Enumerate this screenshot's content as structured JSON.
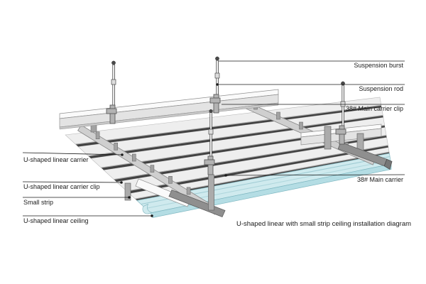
{
  "colors": {
    "ink": "#1a1a1a",
    "panel": "#eeeeee",
    "strip-dark": "#424242",
    "cyan": "#cfeaee",
    "carrier": "#cfcfcf",
    "channel": "#8f8f8f"
  },
  "labels": {
    "right": [
      {
        "text": "Suspension burst"
      },
      {
        "text": "Suspension rod"
      },
      {
        "text": "38# Main carrier clip"
      },
      {
        "text": "38# Main carrier"
      }
    ],
    "left": [
      {
        "text": "U-shaped linear carrier"
      },
      {
        "text": "U-shaped linear carrier clip"
      },
      {
        "text": "Small strip"
      },
      {
        "text": "U-shaped linear ceiling"
      }
    ]
  },
  "caption": "U-shaped linear with small strip ceiling installation diagram"
}
